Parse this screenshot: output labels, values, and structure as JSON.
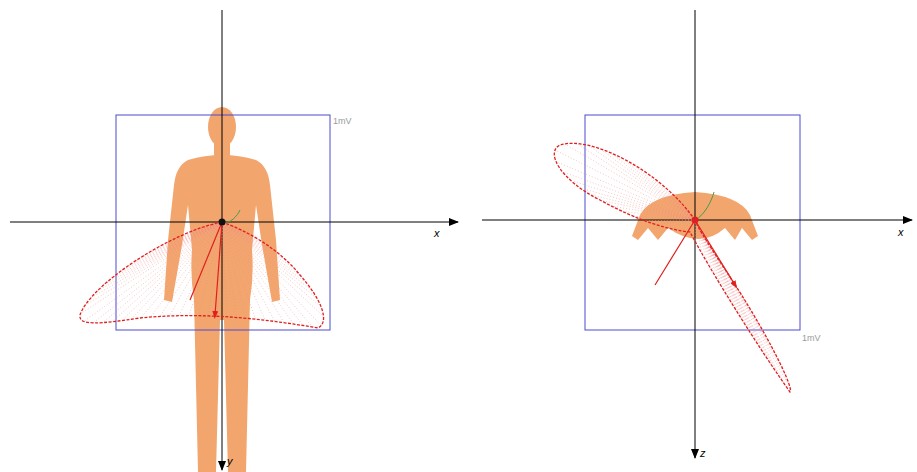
{
  "diagram": {
    "labels": [
      "1mV",
      "x",
      "y",
      "1mV",
      "x",
      "z"
    ]
  }
}
